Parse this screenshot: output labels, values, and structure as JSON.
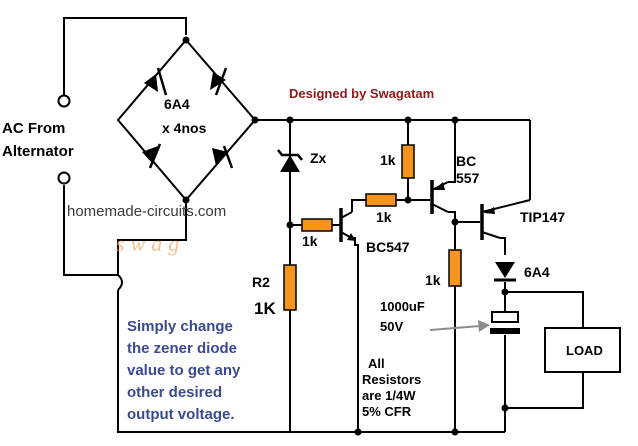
{
  "labels": {
    "ac_source": [
      "AC From",
      "Alternator"
    ],
    "bridge": [
      "6A4",
      "x 4nos"
    ],
    "credit": "Designed by Swagatam",
    "zener": "Zx",
    "r_top": "1k",
    "r_mid": "1k",
    "r_left": "1k",
    "r_bottom": "1k",
    "bc557": [
      "BC",
      "557"
    ],
    "bc547": "BC547",
    "tip147": "TIP147",
    "diode_out": "6A4",
    "r2": [
      "R2",
      "1K"
    ],
    "capacitor": [
      "1000uF",
      "50V"
    ],
    "load": "LOAD",
    "resistor_note": [
      "All",
      "Resistors",
      "are 1/4W",
      "5% CFR"
    ],
    "website": "homemade-circuits.com",
    "watermark": "swag",
    "instructions": [
      "Simply change",
      "the zener diode",
      "value to get any",
      "other desired",
      "output voltage."
    ]
  },
  "colors": {
    "wire": "#000000",
    "resistor": "#f7941d",
    "credit": "#8b1a1a",
    "website": "#3a3a3a",
    "note": "#3b4a8f",
    "arrow": "#8c8c8c",
    "watermark": "#f0b27a"
  }
}
